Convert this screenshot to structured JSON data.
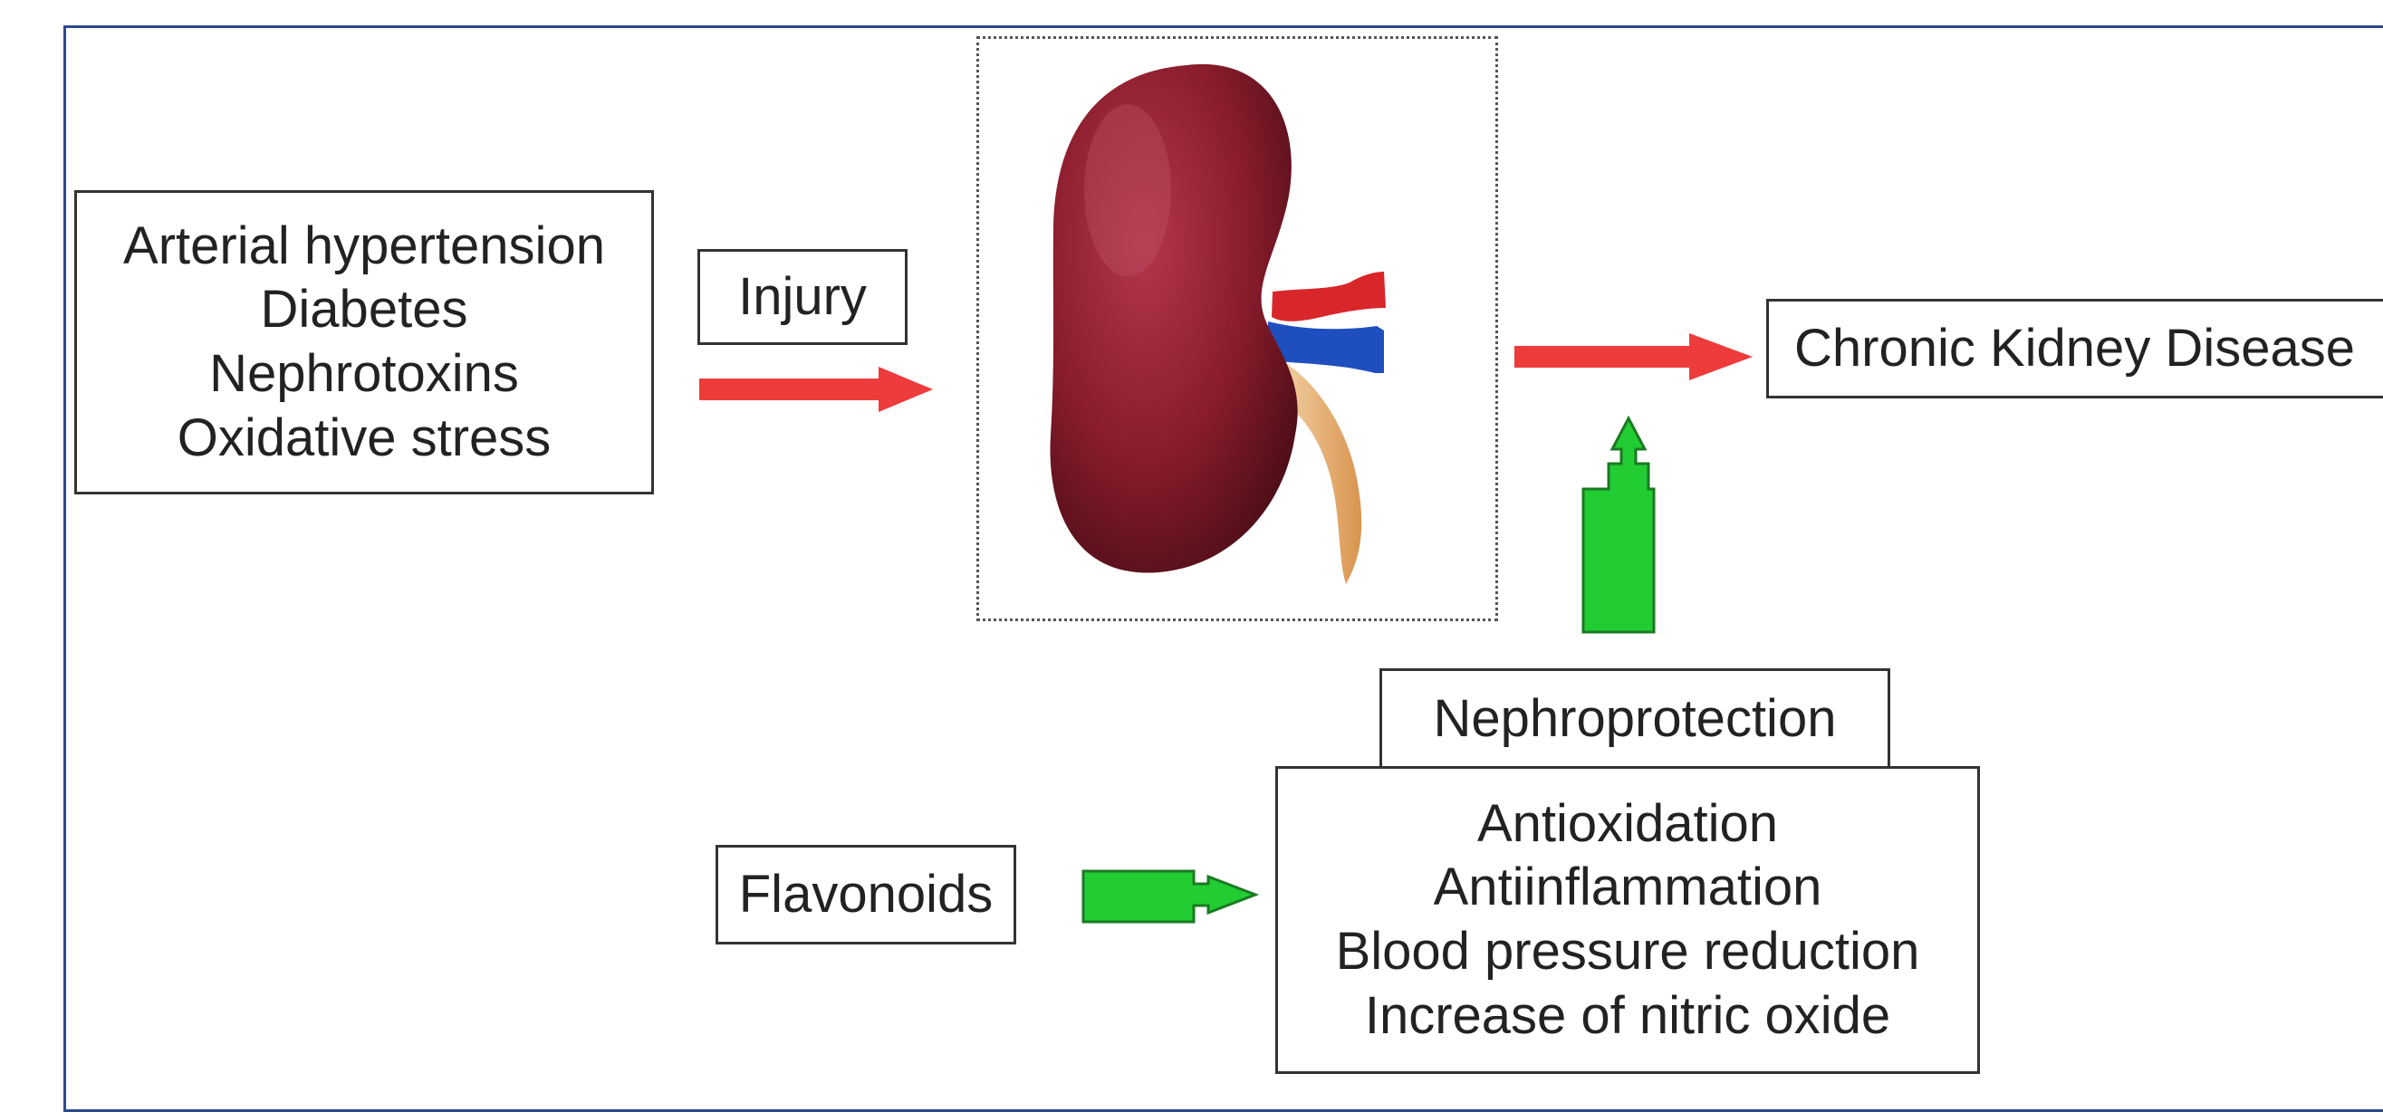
{
  "causes": [
    "Arterial hypertension",
    "Diabetes",
    "Nephrotoxins",
    "Oxidative stress"
  ],
  "injury_label": "Injury",
  "outcome_label": "Chronic Kidney Disease",
  "protection_label": "Nephroprotection",
  "flavonoids_label": "Flavonoids",
  "mechanisms": [
    "Antioxidation",
    "Antiinflammation",
    "Blood pressure reduction",
    "Increase of nitric oxide"
  ],
  "colors": {
    "damage_arrow": "#ee3b3b",
    "protect_arrow": "#22cc33",
    "frame_border": "#2b4a8c",
    "kidney": "#8a1c2c",
    "artery": "#d8262a",
    "vein": "#1f4fbf",
    "ureter": "#e8b47a"
  },
  "icons": [
    "kidney-illustration",
    "red-arrow-right",
    "green-arrow-up",
    "green-arrow-right"
  ]
}
